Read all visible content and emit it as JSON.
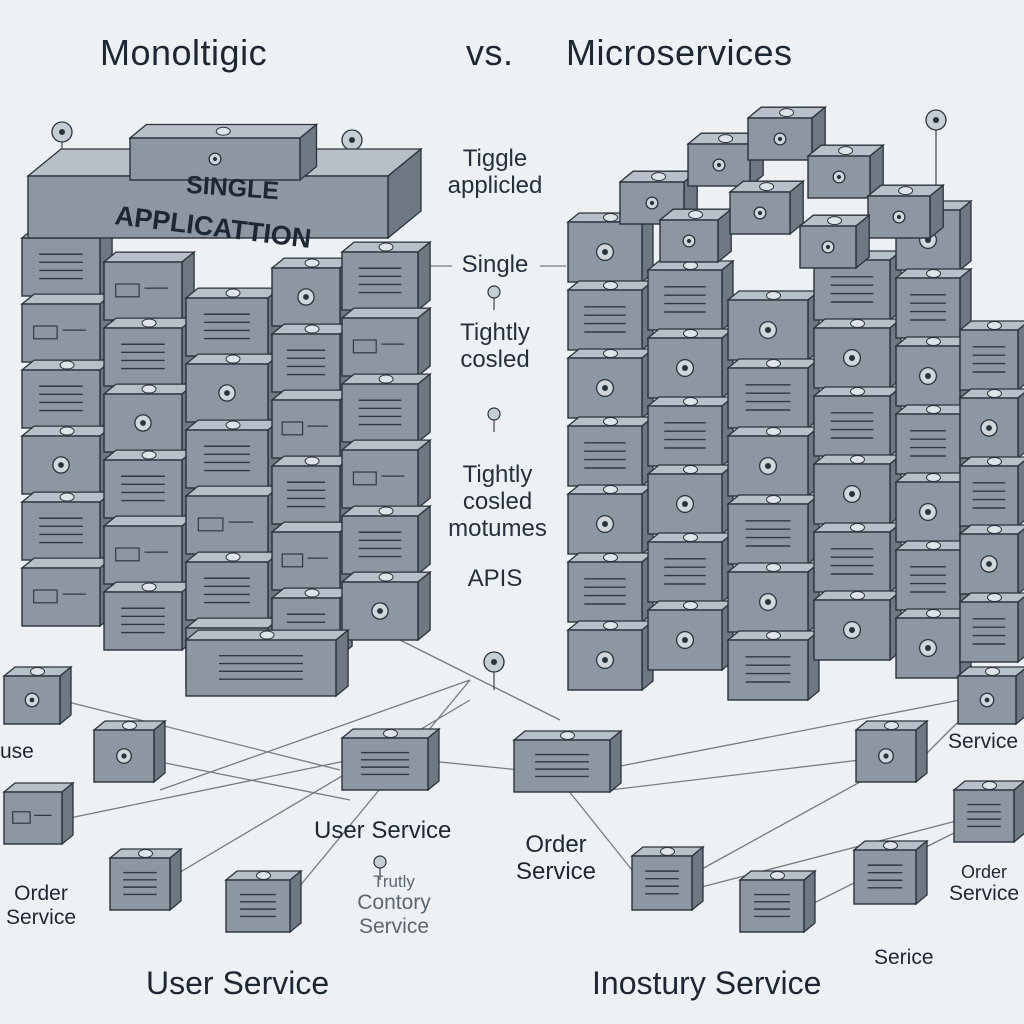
{
  "title": {
    "left": "Monoltigic",
    "vs": "vs.",
    "right": "Microservices"
  },
  "monolith": {
    "banner_line1": "SINGLE",
    "banner_line2": "APPLICATTION"
  },
  "middle": {
    "label1_line1": "Tiggle",
    "label1_line2": "applicled",
    "label2": "Single",
    "label3_line1": "Tightly",
    "label3_line2": "cosled",
    "label4_line1": "Tightly",
    "label4_line2": "cosled",
    "label4_line3": "motumes",
    "label5": "APIS"
  },
  "services_left": {
    "partial_use": "use",
    "order_line1": "Order",
    "order_line2": "Service",
    "user_center": "User Service",
    "faint_line1": "Trutly",
    "faint_line2": "Contory",
    "faint_line3": "Service",
    "bottom": "User Service"
  },
  "services_right": {
    "order_line1": "Order",
    "order_line2": "Service",
    "service_top": "Service",
    "order_small_line1": "Order",
    "order_small_line2": "Service",
    "service_small": "Serice",
    "bottom": "Inostury Service"
  },
  "colors": {
    "background": "#eef1f3",
    "box_front": "#8c97a1",
    "box_top": "#b7c0c8",
    "box_side": "#6d7883",
    "outline": "#2a333c",
    "text": "#1d2733"
  }
}
